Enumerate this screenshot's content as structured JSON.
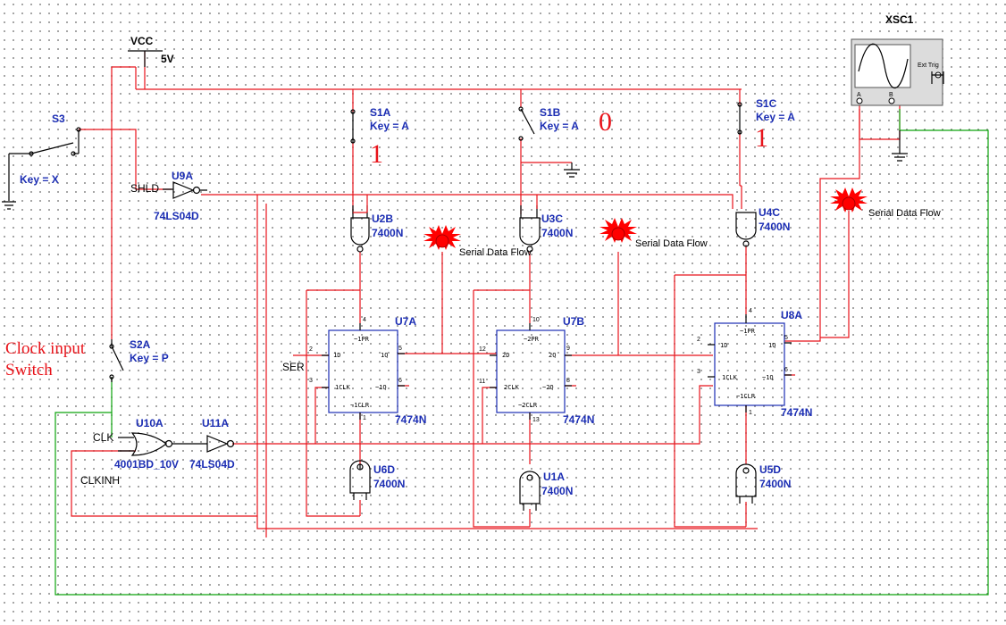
{
  "power": {
    "vcc_label": "VCC",
    "vcc_value": "5V"
  },
  "instrument": {
    "label": "XSC1",
    "ext_trig": "Ext Trig",
    "ch_a": "A",
    "ch_b": "B"
  },
  "switches": {
    "s3": {
      "name": "S3",
      "key": "Key = X"
    },
    "s1a": {
      "name": "S1A",
      "key": "Key = A"
    },
    "s1b": {
      "name": "S1B",
      "key": "Key = A"
    },
    "s1c": {
      "name": "S1C",
      "key": "Key = A"
    },
    "s2a": {
      "name": "S2A",
      "key": "Key = P"
    }
  },
  "annotations": {
    "s1a_state": "1",
    "s1b_state": "0",
    "s1c_state": "1",
    "clock_note_line1": "Clock input",
    "clock_note_line2": "Switch"
  },
  "nets": {
    "shld": "SHLD",
    "ser": "SER",
    "clk": "CLK",
    "clkinh": "CLKINH"
  },
  "gates": {
    "u9a": {
      "name": "U9A",
      "part": "74LS04D"
    },
    "u2b": {
      "name": "U2B",
      "part": "7400N"
    },
    "u3c": {
      "name": "U3C",
      "part": "7400N"
    },
    "u4c": {
      "name": "U4C",
      "part": "7400N"
    },
    "u6d": {
      "name": "U6D",
      "part": "7400N"
    },
    "u1a": {
      "name": "U1A",
      "part": "7400N"
    },
    "u5d": {
      "name": "U5D",
      "part": "7400N"
    },
    "u10a": {
      "name": "U10A",
      "part": "4001BD_10V"
    },
    "u11a": {
      "name": "U11A",
      "part": "74LS04D"
    }
  },
  "flipflops": {
    "u7a": {
      "name": "U7A",
      "part": "7474N",
      "pr": "~1PR",
      "d": "1D",
      "q": "1Q",
      "clk": "1CLK",
      "qn": "~1Q",
      "clr": "~1CLR",
      "pin_pr": "4",
      "pin_d": "2",
      "pin_clk": "3",
      "pin_q": "5",
      "pin_qn": "6",
      "pin_clr": "1"
    },
    "u7b": {
      "name": "U7B",
      "part": "7474N",
      "pr": "~2PR",
      "d": "2D",
      "q": "2Q",
      "clk": "2CLK",
      "qn": "~2Q",
      "clr": "~2CLR",
      "pin_pr": "10",
      "pin_d": "12",
      "pin_clk": "11",
      "pin_q": "9",
      "pin_qn": "8",
      "pin_clr": "13"
    },
    "u8a": {
      "name": "U8A",
      "part": "7474N",
      "pr": "~1PR",
      "d": "1D",
      "q": "1Q",
      "clk": "1CLK",
      "qn": "~1Q",
      "clr": "~1CLR",
      "pin_pr": "4",
      "pin_d": "2",
      "pin_clk": "3",
      "pin_q": "5",
      "pin_qn": "6",
      "pin_clr": "1"
    }
  },
  "probes": {
    "p1": "Serial Data Flow",
    "p2": "Serial Data Flow",
    "p3": "Serial Data Flow"
  },
  "colors": {
    "wire": "#e8131a",
    "scope_wire": "#0ca30c",
    "label": "#1b2db3",
    "probe": "#ff0000"
  }
}
